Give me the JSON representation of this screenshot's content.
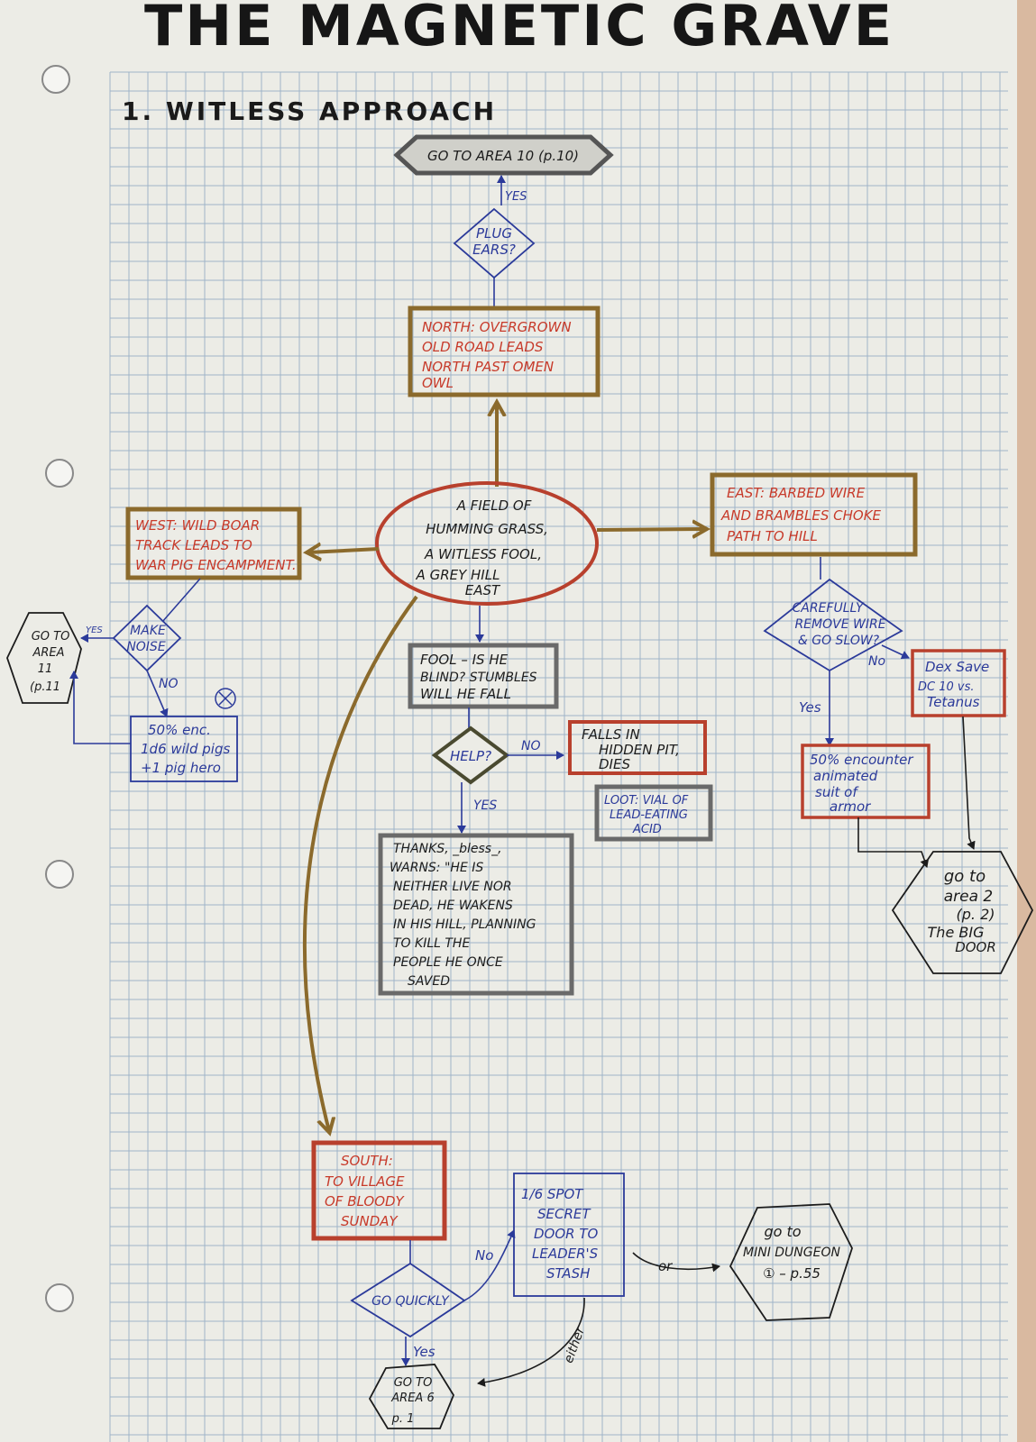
{
  "title": "THE MAGNETIC GRAVE",
  "section": "1. WITLESS APPROACH",
  "start": [
    "A FIELD OF",
    "HUMMING GRASS,",
    "A WITLESS FOOL,",
    "A GREY HILL",
    "EAST"
  ],
  "go_area10": "GO TO AREA 10 (p.10)",
  "yes": "YES",
  "plug_ears": [
    "PLUG",
    "EARS?"
  ],
  "north": [
    "NORTH: OVERGROWN",
    "OLD ROAD LEADS",
    "NORTH PAST OMEN",
    "OWL"
  ],
  "west": [
    "WEST: WILD BOAR",
    "TRACK LEADS TO",
    "WAR PIG ENCAMPMENT."
  ],
  "make_noise": [
    "MAKE",
    "NOISE"
  ],
  "west_yes": "YES",
  "west_no": "NO",
  "go_area11": [
    "GO TO",
    "AREA",
    "11",
    "(p.11"
  ],
  "encounter_pigs": [
    "50% enc.",
    "1d6 wild pigs",
    "+1 pig hero"
  ],
  "east": [
    "EAST: BARBED WIRE",
    "AND BRAMBLES CHOKE",
    "PATH TO HILL"
  ],
  "remove_wire": [
    "CAREFULLY",
    "REMOVE WIRE",
    "& GO SLOW?"
  ],
  "east_no": "No",
  "east_yes": "Yes",
  "dex_save": [
    "Dex Save",
    "DC 10 vs.",
    "Tetanus"
  ],
  "armor_enc": [
    "50% encounter",
    "animated",
    "suit of",
    "armor"
  ],
  "go_area2": [
    "go to",
    "area 2",
    "(p. 2)",
    "The BIG",
    "DOOR"
  ],
  "fool": [
    "FOOL – IS HE",
    "BLIND? STUMBLES",
    "WILL HE FALL"
  ],
  "help": "HELP?",
  "help_no": "NO",
  "help_yes": "YES",
  "pit": [
    "FALLS IN",
    "HIDDEN PIT,",
    "DIES"
  ],
  "loot": [
    "LOOT: VIAL OF",
    "LEAD-EATING",
    "ACID"
  ],
  "thanks": [
    "THANKS, _bless_,",
    "WARNS: \"HE IS",
    "NEITHER LIVE NOR",
    "DEAD, HE WAKENS",
    "IN HIS HILL, PLANNING",
    "TO KILL THE",
    "PEOPLE HE ONCE",
    "SAVED"
  ],
  "south": [
    "SOUTH:",
    "TO VILLAGE",
    "OF BLOODY",
    "SUNDAY"
  ],
  "go_quickly": "GO QUICKLY",
  "south_no": "No",
  "south_yes": "Yes",
  "secret_door": [
    "1/6 SPOT",
    "SECRET",
    "DOOR TO",
    "LEADER'S",
    "STASH"
  ],
  "or": "or",
  "either": "either",
  "mini_dungeon": [
    "go to",
    "MINI DUNGEON",
    "① – p.55"
  ],
  "go_area6": [
    "GO TO",
    "AREA 6",
    "p. 1"
  ],
  "colors": {
    "red": "#c73a2a",
    "brown": "#8b6a2c",
    "blue": "#2b3a9a",
    "gray": "#6a6a6a",
    "grid": "#9fb4c8"
  }
}
